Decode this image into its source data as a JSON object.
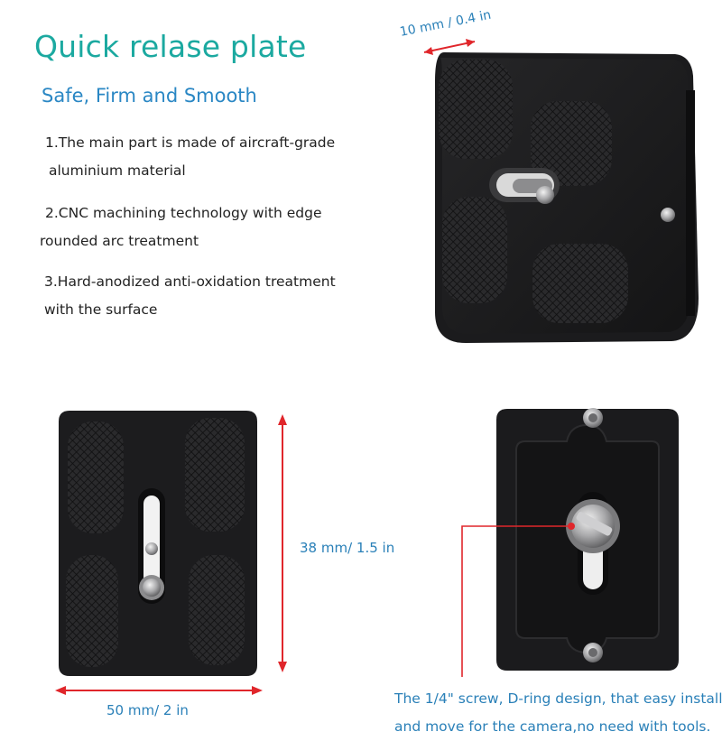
{
  "header": {
    "title": "Quick relase plate",
    "subtitle": "Safe, Firm and Smooth"
  },
  "features": [
    {
      "line1": "1.The main part is made of aircraft-grade",
      "line2": "aluminium material"
    },
    {
      "line1": "2.CNC machining technology with edge",
      "line2": "rounded arc treatment"
    },
    {
      "line1": "3.Hard-anodized anti-oxidation treatment",
      "line2": "with the surface"
    }
  ],
  "dimensions": {
    "thickness": "10 mm / 0.4 in",
    "height": "38 mm/ 1.5 in",
    "width": "50 mm/ 2 in"
  },
  "caption": {
    "line1": "The 1/4\" screw, D-ring design, that easy install",
    "line2": "and move for the camera,no need with tools."
  },
  "colors": {
    "title": "#1ba9a0",
    "subtitle": "#2a87c4",
    "dimension_text": "#2a80b8",
    "arrow": "#e0262b",
    "plate": "#1b1b1d"
  }
}
